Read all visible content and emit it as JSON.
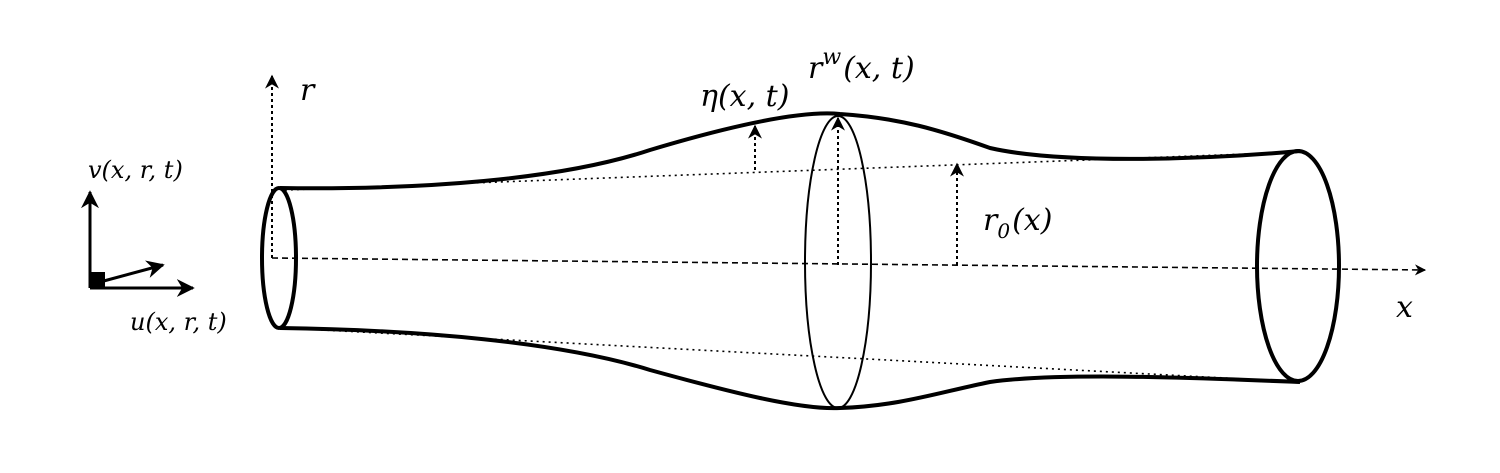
{
  "labels": {
    "r_axis": "r",
    "x_axis": "x",
    "r_wall": "r",
    "r_wall_sup": "w",
    "r_wall_args": "(x, t)",
    "eta": "η(x, t)",
    "r0_base": "r",
    "r0_sub": "0",
    "r0_args": "(x)",
    "v": "v(x, r, t)",
    "u": "u(x, r, t)"
  }
}
